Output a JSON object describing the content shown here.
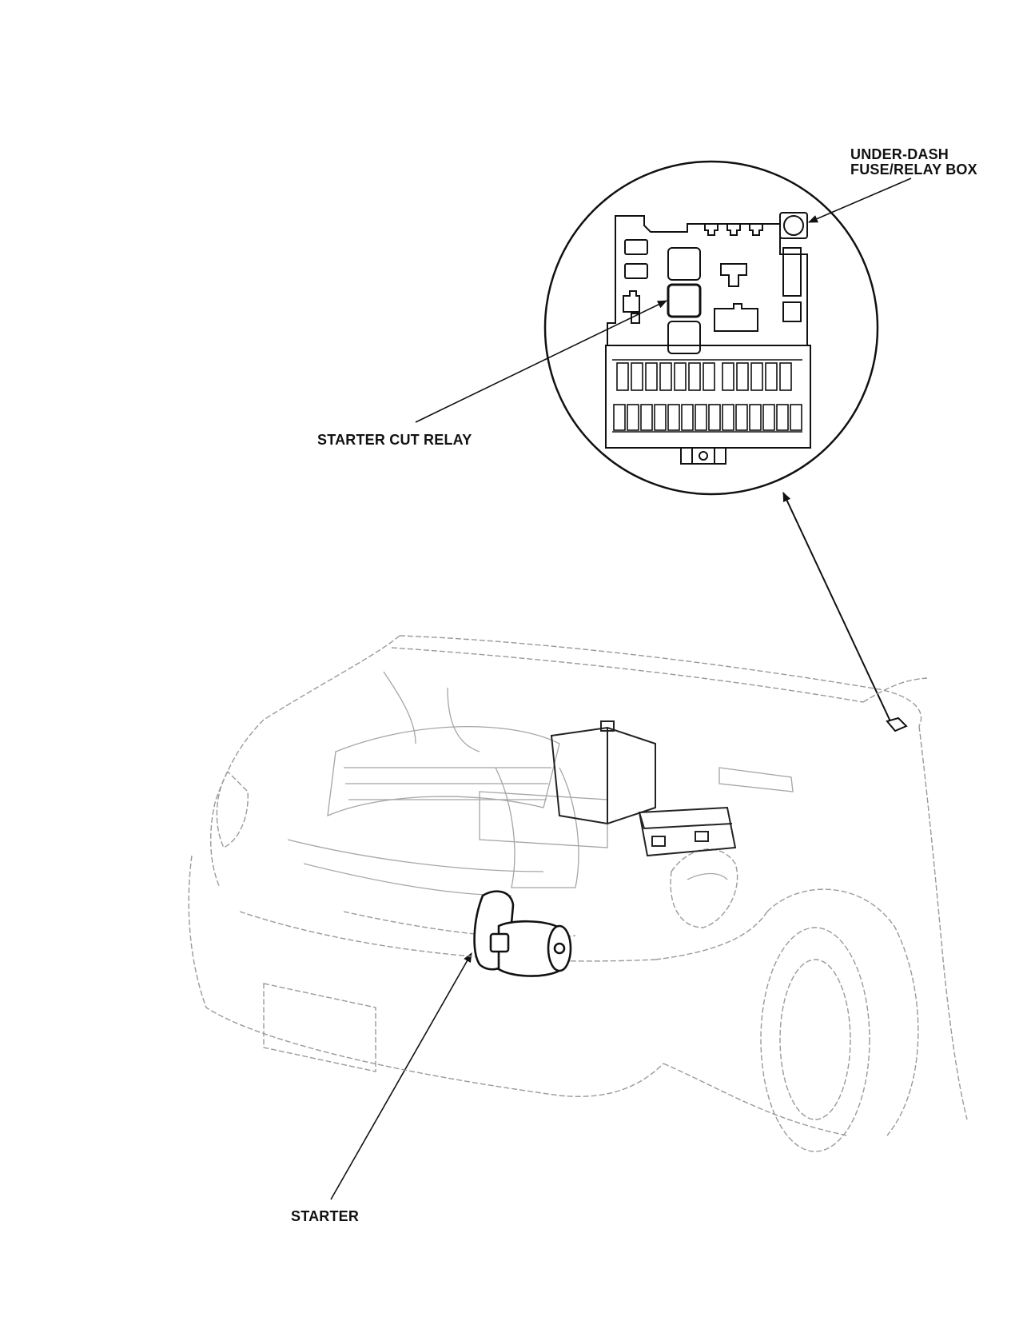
{
  "labels": {
    "fuse_box_line1": "UNDER-DASH",
    "fuse_box_line2": "FUSE/RELAY BOX",
    "starter_cut_relay": "STARTER CUT RELAY",
    "starter": "STARTER"
  },
  "colors": {
    "line": "#111111",
    "faint_line": "#9a9a9a",
    "background": "#ffffff"
  }
}
